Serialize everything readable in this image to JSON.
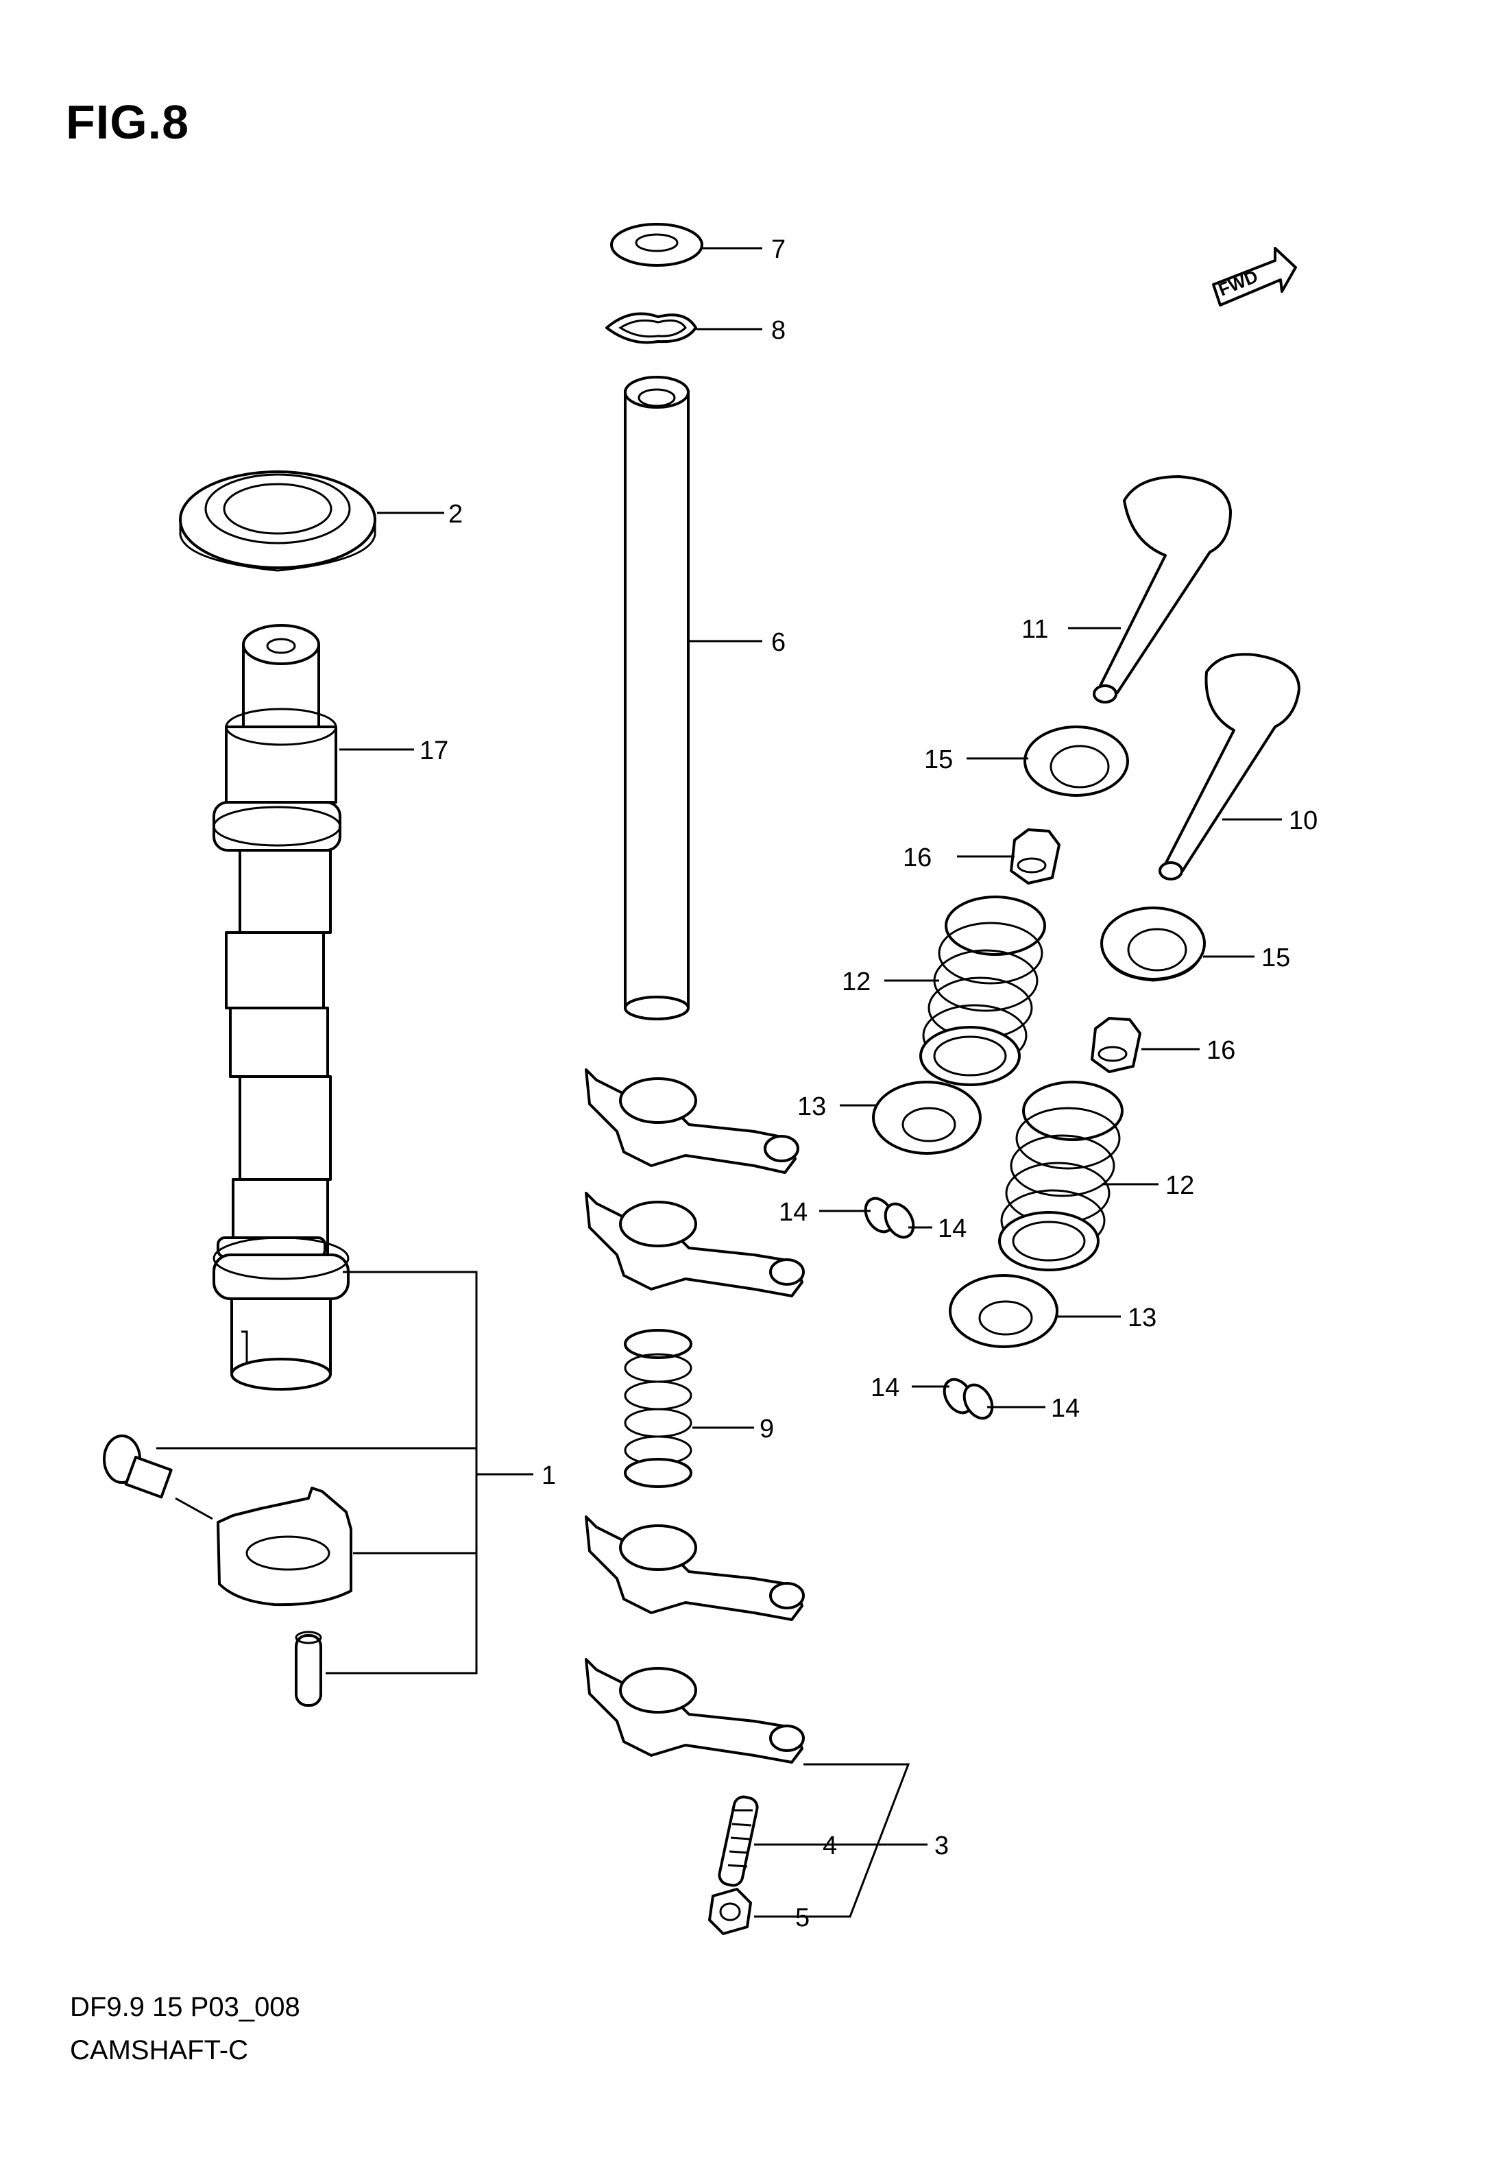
{
  "figure": {
    "title": "FIG.8",
    "code": "DF9.9 15 P03_008",
    "name": "CAMSHAFT-C",
    "direction_marker": "FWD"
  },
  "callouts": {
    "c1": "1",
    "c2": "2",
    "c3": "3",
    "c4": "4",
    "c5": "5",
    "c6": "6",
    "c7": "7",
    "c8": "8",
    "c9": "9",
    "c10": "10",
    "c11": "11",
    "c12a": "12",
    "c12b": "12",
    "c13a": "13",
    "c13b": "13",
    "c14a": "14",
    "c14b": "14",
    "c14c": "14",
    "c14d": "14",
    "c15a": "15",
    "c15b": "15",
    "c16a": "16",
    "c16b": "16",
    "c17": "17"
  },
  "icons": {
    "parts": [
      "camshaft",
      "oil-seal",
      "rocker-arm",
      "rocker-shaft",
      "valve",
      "valve-spring",
      "valve-seal",
      "cotter",
      "retainer",
      "spring-seat",
      "adjust-screw",
      "nut",
      "bolt",
      "bracket",
      "pin",
      "washer",
      "o-ring",
      "spring",
      "fwd-arrow"
    ]
  }
}
